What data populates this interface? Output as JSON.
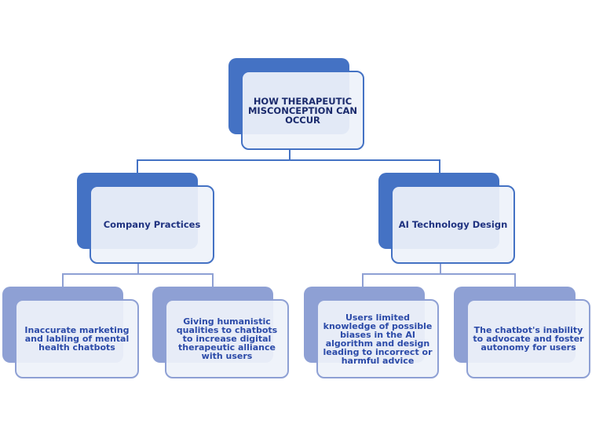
{
  "diagram": {
    "type": "hierarchy",
    "colors": {
      "level0_back": "#4472c4",
      "level1_back": "#4472c4",
      "level2_back": "#8ea0d4",
      "front_fill": "#eef2fa",
      "text": "#1f3280"
    },
    "root": {
      "label": "HOW THERAPEUTIC MISCONCEPTION CAN OCCUR",
      "children": [
        {
          "label": "Company Practices",
          "children": [
            {
              "label": "Inaccurate marketing and labling of mental health chatbots"
            },
            {
              "label": "Giving humanistic qualities to chatbots to increase digital therapeutic alliance with users"
            }
          ]
        },
        {
          "label": "AI Technology Design",
          "children": [
            {
              "label": "Users limited knowledge of possible biases in the AI algorithm and design leading to incorrect or harmful advice"
            },
            {
              "label": "The chatbot's inability to advocate and foster autonomy for users"
            }
          ]
        }
      ]
    }
  }
}
